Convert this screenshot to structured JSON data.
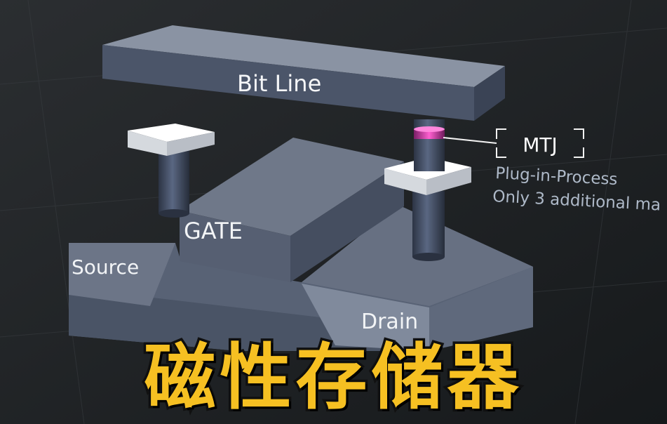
{
  "diagram": {
    "labels": {
      "bit_line": "Bit Line",
      "gate": "GATE",
      "source": "Source",
      "drain": "Drain",
      "mtj": "MTJ",
      "note_line1": "Plug-in-Process",
      "note_line2": "Only 3 additional ma"
    }
  },
  "caption": {
    "text": "磁性存储器"
  },
  "colors": {
    "background": "#1f2225",
    "slab_top": "#6b7484",
    "slab_front": "#4f5a6d",
    "mtj_accent": "#d83ab0",
    "caption_fill": "#f6c022",
    "pad_white": "#eef0f2"
  }
}
